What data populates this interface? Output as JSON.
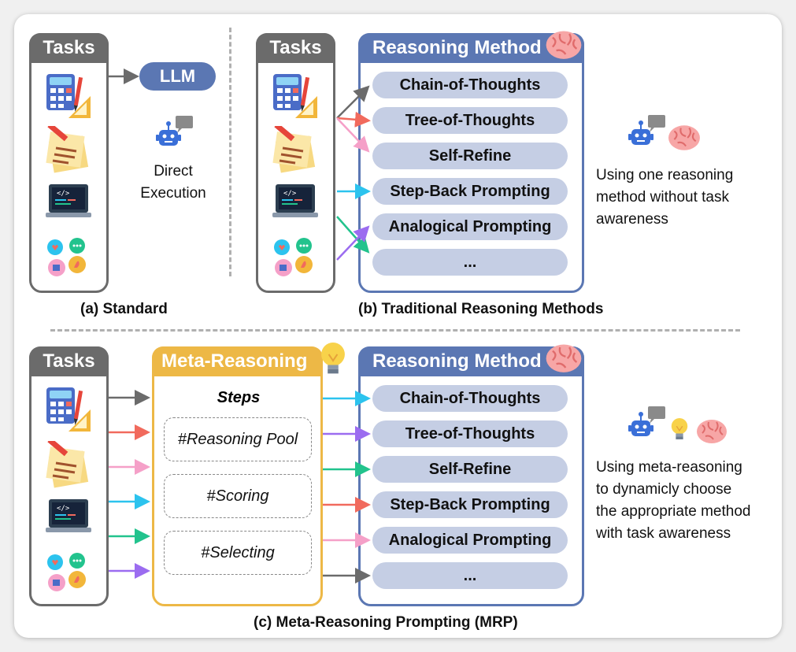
{
  "standard": {
    "tasks_title": "Tasks",
    "llm_label": "LLM",
    "execution_label_1": "Direct",
    "execution_label_2": "Execution",
    "caption": "(a) Standard"
  },
  "traditional": {
    "tasks_title": "Tasks",
    "method_title": "Reasoning Method",
    "methods": [
      "Chain-of-Thoughts",
      "Tree-of-Thoughts",
      "Self-Refine",
      "Step-Back Prompting",
      "Analogical Prompting",
      "..."
    ],
    "note": [
      "Using one reasoning",
      "method without task",
      "awareness"
    ],
    "caption": "(b) Traditional Reasoning Methods"
  },
  "mrp": {
    "tasks_title": "Tasks",
    "meta_title": "Meta-Reasoning",
    "steps_title": "Steps",
    "steps": [
      "#Reasoning Pool",
      "#Scoring",
      "#Selecting"
    ],
    "method_title": "Reasoning Method",
    "methods": [
      "Chain-of-Thoughts",
      "Tree-of-Thoughts",
      "Self-Refine",
      "Step-Back Prompting",
      "Analogical Prompting",
      "..."
    ],
    "note": [
      "Using meta-reasoning",
      "to dynamicly choose",
      "the appropriate method",
      "with task awareness"
    ],
    "caption": "(c) Meta-Reasoning Prompting (MRP)"
  },
  "colors": {
    "gray": "#6b6b6b",
    "blue_method": "#5b77b3",
    "pill": "#c5cee4",
    "meta_yellow": "#edb846",
    "arrow_red": "#f16a5d",
    "arrow_pink": "#f5a0c8",
    "arrow_cyan": "#2cc3ee",
    "arrow_green": "#22c38d",
    "arrow_purple": "#9b6cf0"
  },
  "icons": [
    "calculator-icon",
    "notes-pencil-icon",
    "laptop-code-icon",
    "chat-bubbles-icon",
    "robot-icon",
    "brain-icon",
    "lightbulb-icon"
  ]
}
